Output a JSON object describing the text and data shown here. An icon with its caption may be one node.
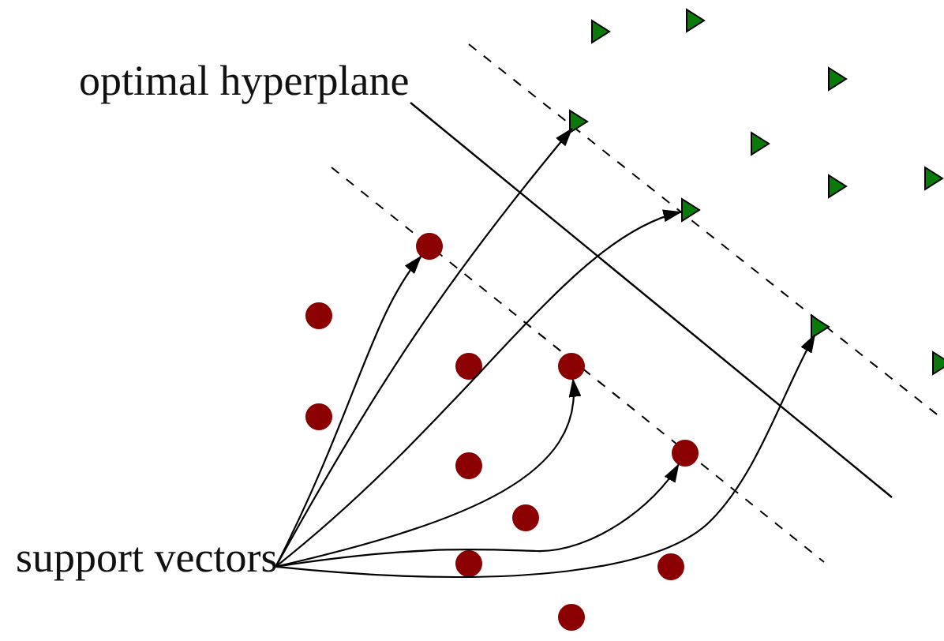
{
  "diagram": {
    "nodes": [
      {
        "text": [
          "support vectors"
        ]
      },
      {
        "text": [],
        "shape": "triangle"
      },
      {
        "text": [],
        "shape": "triangle"
      },
      {
        "text": [],
        "shape": "triangle"
      },
      {
        "text": [],
        "shape": "triangle"
      },
      {
        "text": [],
        "shape": "triangle"
      },
      {
        "text": [],
        "shape": "triangle"
      },
      {
        "text": [],
        "shape": "triangle"
      },
      {
        "text": [],
        "shape": "triangle"
      },
      {
        "text": [],
        "shape": "circle"
      },
      {
        "text": [],
        "shape": "circle"
      },
      {
        "text": [],
        "shape": "triangle"
      },
      {
        "text": [],
        "shape": "triangle"
      },
      {
        "text": [],
        "shape": "circle"
      },
      {
        "text": [],
        "shape": "circle"
      },
      {
        "text": [],
        "shape": "circle"
      },
      {
        "text": [],
        "shape": "circle"
      },
      {
        "text": [],
        "shape": "circle"
      },
      {
        "text": [],
        "shape": "circle"
      },
      {
        "text": [],
        "shape": "circle"
      },
      {
        "text": [],
        "shape": "circle"
      },
      {
        "text": [],
        "shape": "circle"
      }
    ],
    "edges": [
      {
        "from": 0,
        "to": 9,
        "arrow": "to"
      },
      {
        "from": 0,
        "to": 4,
        "arrow": "to"
      },
      {
        "from": 0,
        "to": 8,
        "arrow": "to"
      },
      {
        "from": 0,
        "to": 14,
        "arrow": "to"
      },
      {
        "from": 0,
        "to": 16,
        "arrow": "to"
      },
      {
        "from": 0,
        "to": 11,
        "arrow": "to"
      }
    ],
    "labels": [
      "optimal hyperplane"
    ]
  }
}
